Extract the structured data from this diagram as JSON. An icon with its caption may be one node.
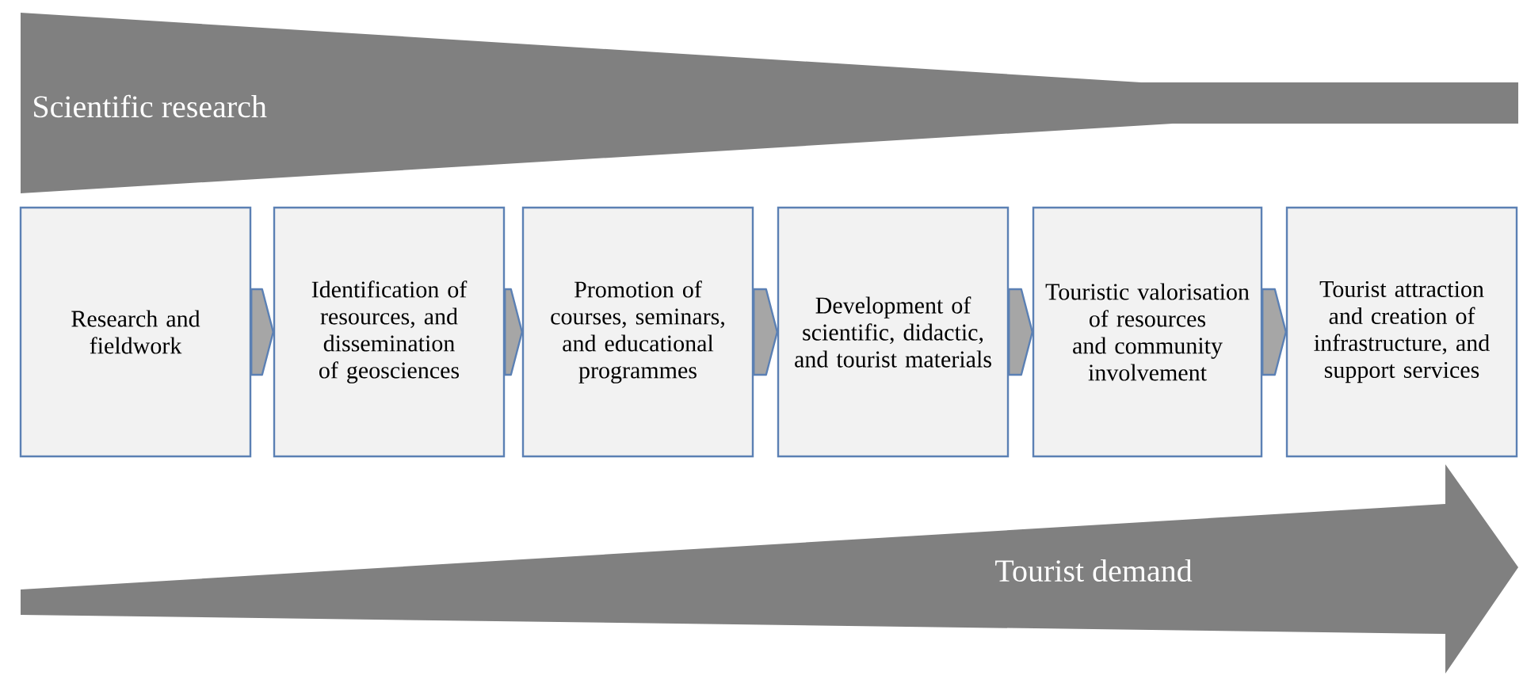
{
  "diagram": {
    "nodes": [
      {
        "text": [
          "Scientific research"
        ]
      },
      {
        "text": [
          "Research and fieldwork"
        ]
      },
      {
        "text": [
          "Identification of resources, and dissemination of geosciences"
        ]
      },
      {
        "text": [
          "Promotion of courses, seminars, and educational programmes"
        ]
      },
      {
        "text": [
          "Development of scientific, didactic, and tourist materials"
        ]
      },
      {
        "text": [
          "Touristic valorisation of resources and community involvement"
        ]
      },
      {
        "text": [
          "Tourist attraction and creation of infrastructure, and support services"
        ]
      },
      {
        "text": [
          "Tourist demand"
        ]
      }
    ],
    "edges": [
      {
        "from": 1,
        "to": 2,
        "arrow": "to"
      },
      {
        "from": 2,
        "to": 3,
        "arrow": "to"
      },
      {
        "from": 3,
        "to": 4,
        "arrow": "to"
      },
      {
        "from": 4,
        "to": 5,
        "arrow": "to"
      },
      {
        "from": 5,
        "to": 6,
        "arrow": "to"
      }
    ]
  }
}
